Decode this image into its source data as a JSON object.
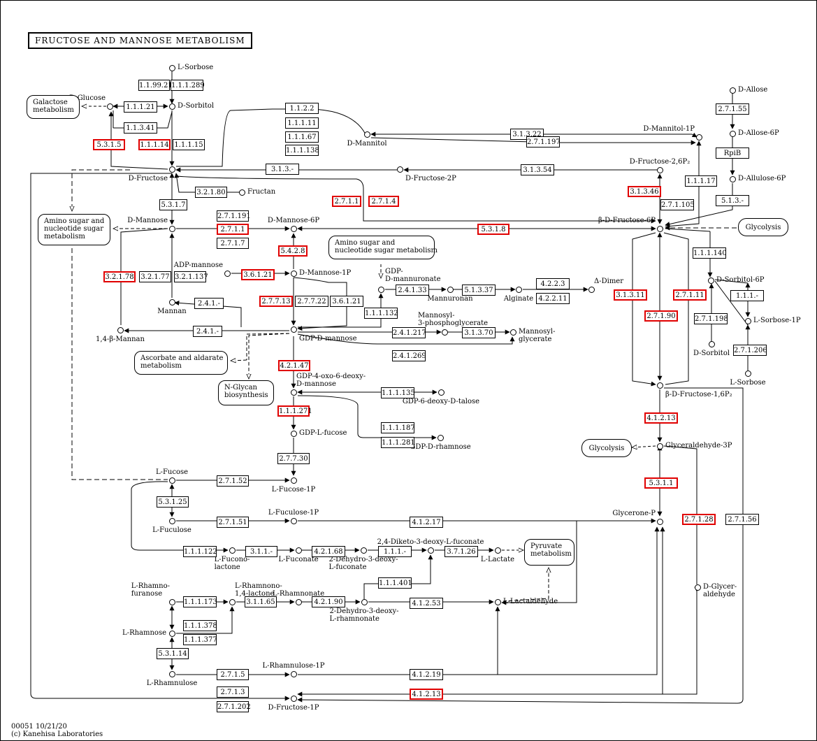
{
  "title": "FRUCTOSE AND MANNOSE METABOLISM",
  "footer": {
    "line1": "00051 10/21/20",
    "line2": "(c) Kanehisa Laboratories"
  },
  "highlight_color": "#e00000",
  "compounds": {
    "l_sorbose_top": "L-Sorbose",
    "alpha_d_glucose": "α-D-Glucose",
    "d_sorbitol_top": "D-Sorbitol",
    "d_mannitol": "D-Mannitol",
    "d_fructose": "D-Fructose",
    "d_fructose_2p": "D-Fructose-2P",
    "fructan": "Fructan",
    "d_mannose": "D-Mannose",
    "d_mannose_6p": "D-Mannose-6P",
    "adp_mannose": "ADP-mannose",
    "d_mannose_1p": "D-Mannose-1P",
    "gdp_d_mannuronate": "GDP-\nD-mannuronate",
    "mannuronan": "Mannuronan",
    "alginate": "Alginate",
    "delta_dimer": "Δ-Dimer",
    "mannan": "Mannan",
    "beta_mannan": "1,4-β-Mannan",
    "gdp_d_mannose": "GDP-D-mannose",
    "mannosyl_3pg": "Mannosyl-\n3-phosphoglycerate",
    "mannosyl_glycerate": "Mannosyl-\nglycerate",
    "gdp_4oxo": "GDP-4-oxo-6-deoxy-\nD-mannose",
    "gdp_6deoxy_talose": "GDP-6-deoxy-D-talose",
    "gdp_l_fucose": "GDP-L-fucose",
    "gdp_d_rhamnose": "GDP-D-rhamnose",
    "l_fucose": "L-Fucose",
    "l_fucose_1p": "L-Fucose-1P",
    "l_fuculose": "L-Fuculose",
    "l_fuculose_1p": "L-Fuculose-1P",
    "l_fucono_lactone": "L-Fucono-\nlactone",
    "l_fuconate": "L-Fuconate",
    "dehydro_fuconate": "2-Dehydro-3-deoxy-\nL-fuconate",
    "diketo_fuconate": "2,4-Diketo-3-deoxy-L-fuconate",
    "l_lactate": "L-Lactate",
    "l_rhamnofuranose": "L-Rhamno-\nfuranose",
    "l_rhamnono_lactone": "L-Rhamnono-\n1,4-lactone",
    "l_rhamnonate": "L-Rhamnonate",
    "dehydro_rhamnonate": "2-Dehydro-3-deoxy-\nL-rhamnonate",
    "l_lactaldehyde": "L-Lactaldehyde",
    "l_rhamnose": "L-Rhamnose",
    "l_rhamnulose": "L-Rhamnulose",
    "l_rhamnulose_1p": "L-Rhamnulose-1P",
    "d_fructose_1p": "D-Fructose-1P",
    "d_allose": "D-Allose",
    "d_allose_6p": "D-Allose-6P",
    "d_allulose_6p": "D-Allulose-6P",
    "d_mannitol_1p": "D-Mannitol-1P",
    "d_fructose_26p2": "D-Fructose-2,6P₂",
    "beta_d_fructose_6p": "β-D-Fructose-6P",
    "d_sorbitol_6p": "D-Sorbitol-6P",
    "l_sorbose_1p": "L-Sorbose-1P",
    "d_sorbitol_right": "D-Sorbitol",
    "l_sorbose_right": "L-Sorbose",
    "beta_d_fructose_16p2": "β-D-Fructose-1,6P₂",
    "glyceraldehyde_3p": "Glyceraldehyde-3P",
    "glycerone_p": "Glycerone-P",
    "d_glyceraldehyde": "D-Glycer-\naldehyde"
  },
  "maps": {
    "galactose": "Galactose\nmetabolism",
    "amino_sugar_left": "Amino sugar and\nnucleotide sugar\nmetabolism",
    "amino_sugar_mid": "Amino sugar and\nnucleotide sugar metabolism",
    "ascorbate": "Ascorbate and aldarate\nmetabolism",
    "n_glycan": "N-Glycan\nbiosynthesis",
    "glycolysis_right": "Glycolysis",
    "glycolysis_mid": "Glycolysis",
    "pyruvate": "Pyruvate\nmetabolism"
  },
  "enzymes": [
    {
      "id": "e1",
      "label": "1.1.99.21",
      "hl": false
    },
    {
      "id": "e2",
      "label": "1.1.1.289",
      "hl": false
    },
    {
      "id": "e3",
      "label": "1.1.1.21",
      "hl": false
    },
    {
      "id": "e4",
      "label": "1.1.3.41",
      "hl": false
    },
    {
      "id": "e5",
      "label": "5.3.1.5",
      "hl": true
    },
    {
      "id": "e6",
      "label": "1.1.1.14",
      "hl": true
    },
    {
      "id": "e7",
      "label": "1.1.1.15",
      "hl": false
    },
    {
      "id": "e8",
      "label": "1.1.2.2",
      "hl": false
    },
    {
      "id": "e9",
      "label": "1.1.1.11",
      "hl": false
    },
    {
      "id": "e10",
      "label": "1.1.1.67",
      "hl": false
    },
    {
      "id": "e11",
      "label": "1.1.1.138",
      "hl": false
    },
    {
      "id": "e12",
      "label": "3.1.3.22",
      "hl": false
    },
    {
      "id": "e13",
      "label": "2.7.1.197",
      "hl": false
    },
    {
      "id": "e14",
      "label": "3.1.3.-",
      "hl": false
    },
    {
      "id": "e15",
      "label": "3.1.3.54",
      "hl": false
    },
    {
      "id": "e16",
      "label": "3.2.1.80",
      "hl": false
    },
    {
      "id": "e17",
      "label": "5.3.1.7",
      "hl": false
    },
    {
      "id": "e18",
      "label": "2.7.1.1",
      "hl": true
    },
    {
      "id": "e19",
      "label": "2.7.1.4",
      "hl": true
    },
    {
      "id": "e20",
      "label": "2.7.1.191",
      "hl": false
    },
    {
      "id": "e21",
      "label": "2.7.1.1",
      "hl": true
    },
    {
      "id": "e22",
      "label": "2.7.1.7",
      "hl": false
    },
    {
      "id": "e23",
      "label": "5.3.1.8",
      "hl": true
    },
    {
      "id": "e24",
      "label": "5.4.2.8",
      "hl": true
    },
    {
      "id": "e25",
      "label": "3.2.1.78",
      "hl": true
    },
    {
      "id": "e26",
      "label": "3.2.1.77",
      "hl": false
    },
    {
      "id": "e27",
      "label": "3.2.1.137",
      "hl": false
    },
    {
      "id": "e28",
      "label": "3.6.1.21",
      "hl": true
    },
    {
      "id": "e29",
      "label": "2.4.1.33",
      "hl": false
    },
    {
      "id": "e30",
      "label": "5.1.3.37",
      "hl": false
    },
    {
      "id": "e31",
      "label": "4.2.2.3",
      "hl": false
    },
    {
      "id": "e32",
      "label": "4.2.2.11",
      "hl": false
    },
    {
      "id": "e33",
      "label": "2.4.1.-",
      "hl": false
    },
    {
      "id": "e34",
      "label": "2.7.7.13",
      "hl": true
    },
    {
      "id": "e35",
      "label": "2.7.7.22",
      "hl": false
    },
    {
      "id": "e36",
      "label": "3.6.1.21",
      "hl": false
    },
    {
      "id": "e37",
      "label": "1.1.1.132",
      "hl": false
    },
    {
      "id": "e38",
      "label": "2.4.1.-",
      "hl": false
    },
    {
      "id": "e39",
      "label": "2.4.1.217",
      "hl": false
    },
    {
      "id": "e40",
      "label": "3.1.3.70",
      "hl": false
    },
    {
      "id": "e41",
      "label": "2.4.1.269",
      "hl": false
    },
    {
      "id": "e42",
      "label": "4.2.1.47",
      "hl": true
    },
    {
      "id": "e43",
      "label": "1.1.1.135",
      "hl": false
    },
    {
      "id": "e44",
      "label": "1.1.1.271",
      "hl": true
    },
    {
      "id": "e45",
      "label": "1.1.1.187",
      "hl": false
    },
    {
      "id": "e46",
      "label": "1.1.1.281",
      "hl": false
    },
    {
      "id": "e47",
      "label": "2.7.7.30",
      "hl": false
    },
    {
      "id": "e48",
      "label": "2.7.1.52",
      "hl": false
    },
    {
      "id": "e49",
      "label": "5.3.1.25",
      "hl": false
    },
    {
      "id": "e50",
      "label": "2.7.1.51",
      "hl": false
    },
    {
      "id": "e51",
      "label": "4.1.2.17",
      "hl": false
    },
    {
      "id": "e52",
      "label": "1.1.1.122",
      "hl": false
    },
    {
      "id": "e53",
      "label": "3.1.1.-",
      "hl": false
    },
    {
      "id": "e54",
      "label": "4.2.1.68",
      "hl": false
    },
    {
      "id": "e55",
      "label": "1.1.1.-",
      "hl": false
    },
    {
      "id": "e56",
      "label": "3.7.1.26",
      "hl": false
    },
    {
      "id": "e57",
      "label": "1.1.1.401",
      "hl": false
    },
    {
      "id": "e58",
      "label": "1.1.1.173",
      "hl": false
    },
    {
      "id": "e59",
      "label": "3.1.1.65",
      "hl": false
    },
    {
      "id": "e60",
      "label": "4.2.1.90",
      "hl": false
    },
    {
      "id": "e61",
      "label": "4.1.2.53",
      "hl": false
    },
    {
      "id": "e62",
      "label": "1.1.1.378",
      "hl": false
    },
    {
      "id": "e63",
      "label": "1.1.1.377",
      "hl": false
    },
    {
      "id": "e64",
      "label": "5.3.1.14",
      "hl": false
    },
    {
      "id": "e65",
      "label": "2.7.1.5",
      "hl": false
    },
    {
      "id": "e66",
      "label": "4.1.2.19",
      "hl": false
    },
    {
      "id": "e67",
      "label": "2.7.1.3",
      "hl": false
    },
    {
      "id": "e68",
      "label": "2.7.1.202",
      "hl": false
    },
    {
      "id": "e69",
      "label": "4.1.2.13",
      "hl": true
    },
    {
      "id": "e70",
      "label": "2.7.1.55",
      "hl": false
    },
    {
      "id": "e71",
      "label": "RpiB",
      "hl": false
    },
    {
      "id": "e72",
      "label": "5.1.3.-",
      "hl": false
    },
    {
      "id": "e73",
      "label": "1.1.1.17",
      "hl": false
    },
    {
      "id": "e74",
      "label": "3.1.3.46",
      "hl": true
    },
    {
      "id": "e75",
      "label": "2.7.1.105",
      "hl": false
    },
    {
      "id": "e76",
      "label": "1.1.1.140",
      "hl": false
    },
    {
      "id": "e77",
      "label": "1.1.1.-",
      "hl": false
    },
    {
      "id": "e78",
      "label": "3.1.3.11",
      "hl": true
    },
    {
      "id": "e79",
      "label": "2.7.1.90",
      "hl": true
    },
    {
      "id": "e80",
      "label": "2.7.1.11",
      "hl": true
    },
    {
      "id": "e81",
      "label": "2.7.1.198",
      "hl": false
    },
    {
      "id": "e82",
      "label": "2.7.1.206",
      "hl": false
    },
    {
      "id": "e83",
      "label": "4.1.2.13",
      "hl": true
    },
    {
      "id": "e84",
      "label": "5.3.1.1",
      "hl": true
    },
    {
      "id": "e85",
      "label": "2.7.1.28",
      "hl": true
    },
    {
      "id": "e86",
      "label": "2.7.1.56",
      "hl": false
    }
  ]
}
